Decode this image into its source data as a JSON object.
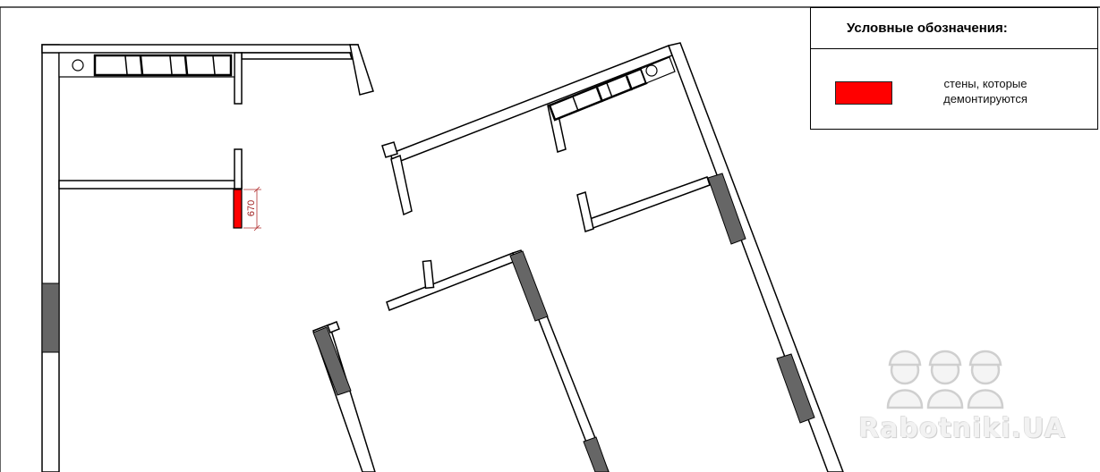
{
  "legend": {
    "title": "Условные обозначения:",
    "items": [
      {
        "label": "стены, которые демонтируются",
        "color": "#ff0000"
      }
    ]
  },
  "dimension_label": "670",
  "watermark_text": "Rabotniki.UA",
  "colors": {
    "wall_outline": "#000000",
    "window": "#666666",
    "demolish": "#ff0000",
    "dimension": "#b03030"
  }
}
